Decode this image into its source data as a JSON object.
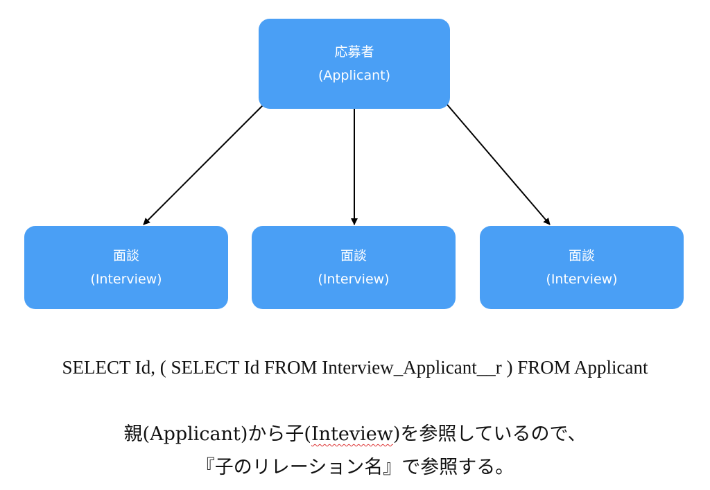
{
  "parent": {
    "name_ja": "応募者",
    "name_en": "(Applicant)"
  },
  "children": [
    {
      "name_ja": "面談",
      "name_en": "(Interview)"
    },
    {
      "name_ja": "面談",
      "name_en": "(Interview)"
    },
    {
      "name_ja": "面談",
      "name_en": "(Interview)"
    }
  ],
  "query": "SELECT Id, ( SELECT Id FROM Interview_Applicant__r ) FROM Applicant",
  "note": {
    "line1_prefix": "親(Applicant)から子(",
    "line1_flagged": "Inteview",
    "line1_suffix": ")を参照しているので、",
    "line2": "『子のリレーション名』で参照する。"
  },
  "colors": {
    "node_fill": "#4a9ff5",
    "node_text": "#ffffff",
    "arrow": "#000000",
    "spellcheck": "#dd3333"
  }
}
